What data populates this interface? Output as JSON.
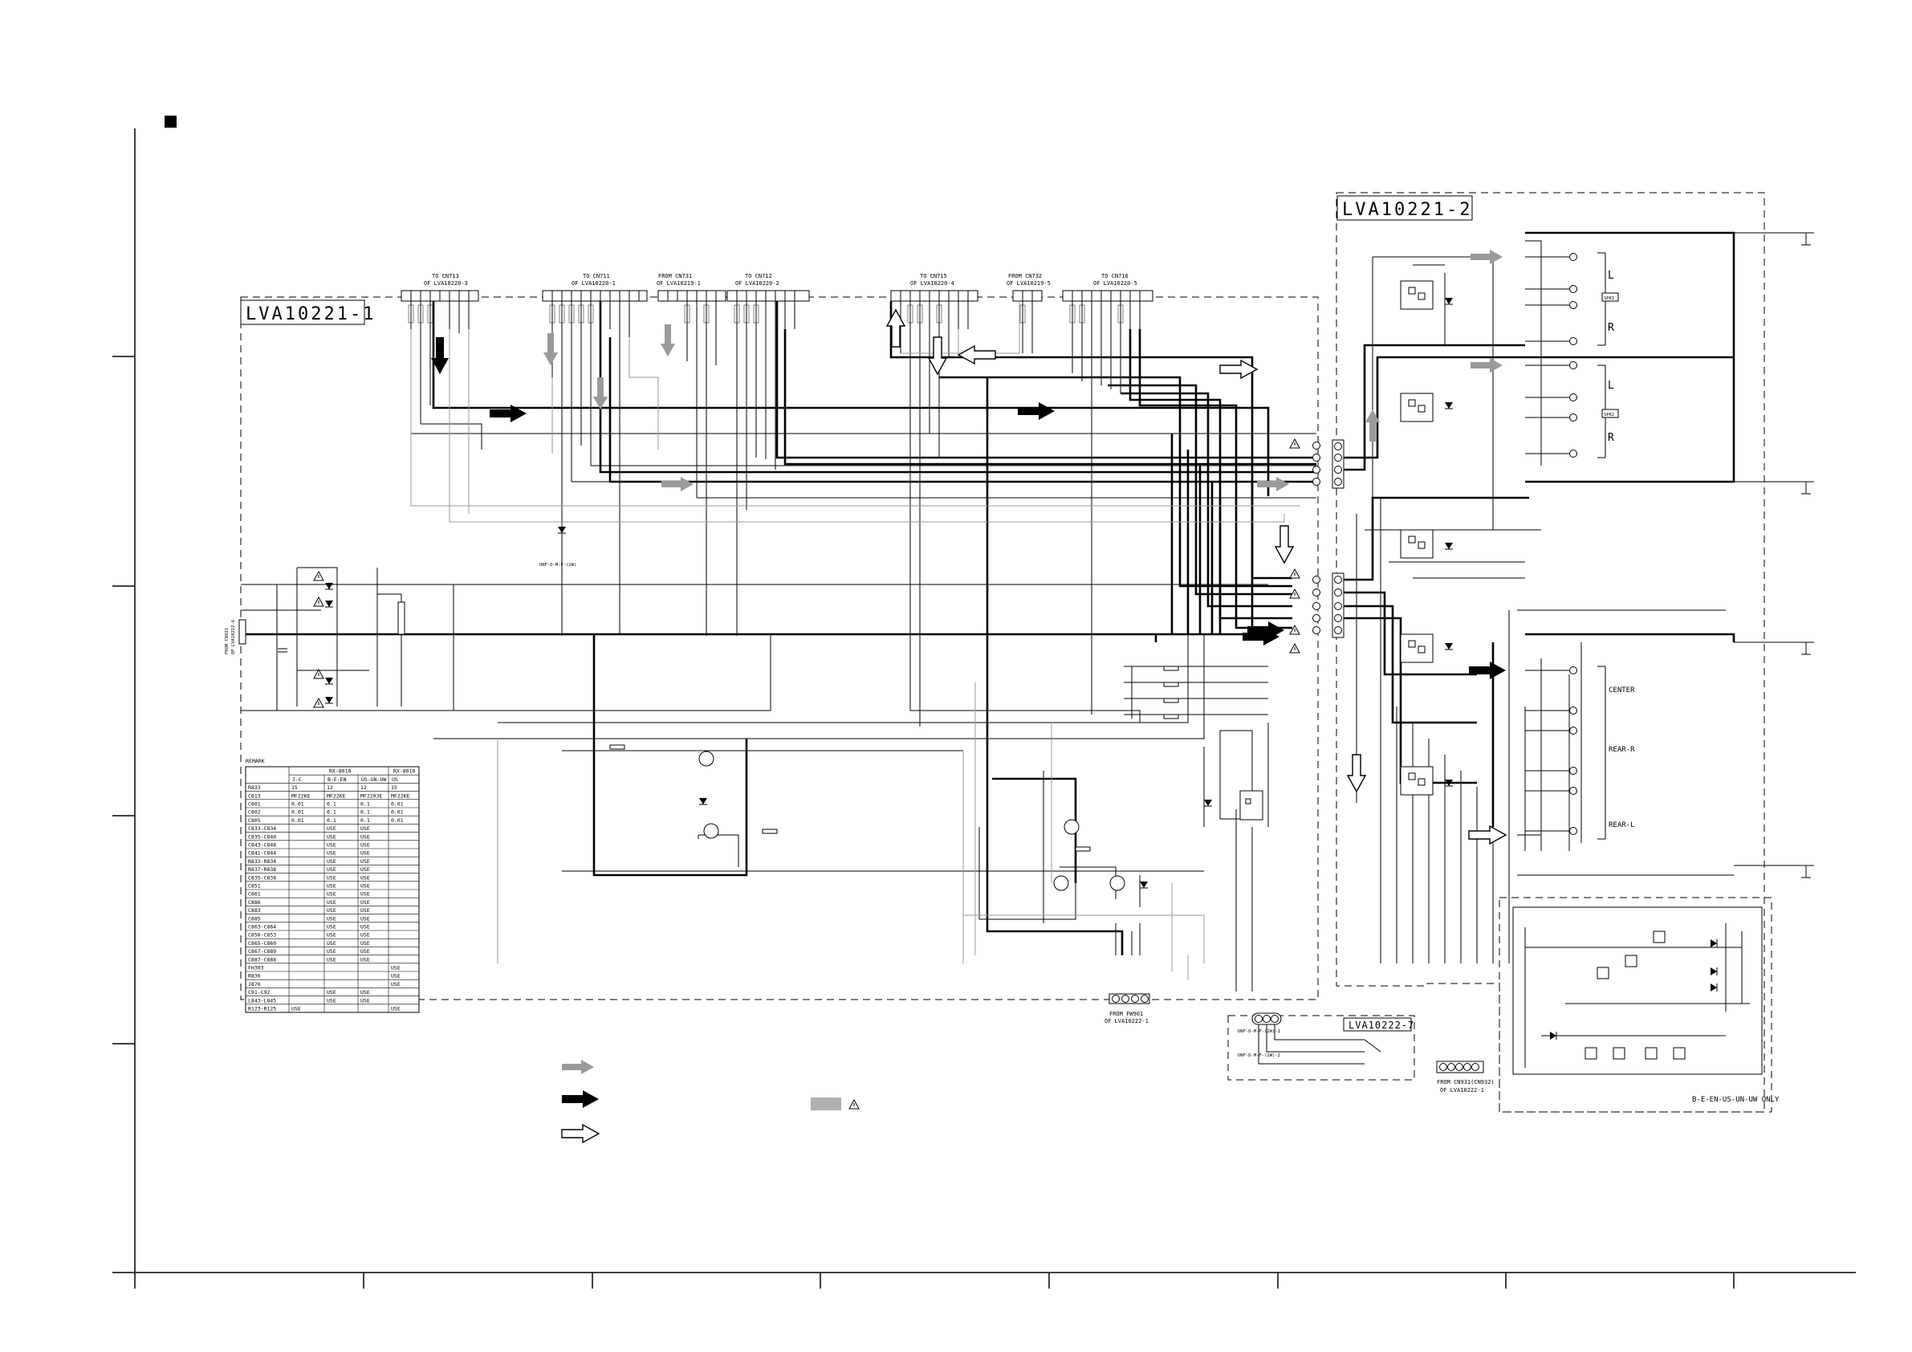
{
  "boards": {
    "main": "LVA10221-1",
    "output": "LVA10221-2",
    "sub": "LVA10222-7"
  },
  "connectors": {
    "cn713": [
      "TO CN713",
      "OF LVA10220-3"
    ],
    "cn711": [
      "TO CN711",
      "OF LVA10220-1"
    ],
    "cn731": [
      "FROM CN731",
      "OF LVA10219-1"
    ],
    "cn712": [
      "TO CN712",
      "OF LVA10220-2"
    ],
    "cn715": [
      "TO CN715",
      "OF LVA10220-4"
    ],
    "cn732": [
      "FROM CN732",
      "OF LVA10219-5"
    ],
    "cn716": [
      "TO CN716",
      "OF LVA10220-5"
    ],
    "fw901": [
      "FROM FW901",
      "OF LVA10222-1"
    ],
    "cn931": [
      "FROM CN931(CN932)",
      "OF LVA10222-1"
    ],
    "cn921": [
      "FROM CN921",
      "OF LVA10222-6"
    ]
  },
  "outputs": {
    "front": [
      "L",
      "R"
    ],
    "rear": [
      "L",
      "R"
    ],
    "spk1": "SPK1",
    "spk2": "SPK2",
    "center": "CENTER",
    "rear_r": "REAR-R",
    "rear_l": "REAR-L"
  },
  "region_note": "B-E-EN-US-UN-UW ONLY",
  "amp_labels": [
    "UNF-D-M-F-(2W)",
    "UNF-D-M-F-(2W)-1",
    "UNF-D-M-F-(2W)-2"
  ],
  "remark_table": {
    "title": "REMARK",
    "group_headers": [
      "RX-8010",
      "RX-8010"
    ],
    "columns": [
      "J-C",
      "B-E-EN",
      "US-UN-UW",
      "US"
    ],
    "rows": [
      [
        "R833",
        "15",
        "12",
        "12",
        "15"
      ],
      [
        "C813",
        "MF22KE",
        "MF22KE",
        "MF220JE",
        "MF22KE"
      ],
      [
        "C801",
        "0.01",
        "0.1",
        "0.1",
        "0.01"
      ],
      [
        "C802",
        "0.01",
        "0.1",
        "0.1",
        "0.01"
      ],
      [
        "C805",
        "0.01",
        "0.1",
        "0.1",
        "0.01"
      ],
      [
        "C833-C834",
        "",
        "USE",
        "USE",
        ""
      ],
      [
        "C835-C840",
        "",
        "USE",
        "USE",
        ""
      ],
      [
        "C843-C848",
        "",
        "USE",
        "USE",
        ""
      ],
      [
        "C841-C844",
        "",
        "USE",
        "USE",
        ""
      ],
      [
        "R833-R834",
        "",
        "USE",
        "USE",
        ""
      ],
      [
        "R837-R838",
        "",
        "USE",
        "USE",
        ""
      ],
      [
        "C835-C838",
        "",
        "USE",
        "USE",
        ""
      ],
      [
        "C851",
        "",
        "USE",
        "USE",
        ""
      ],
      [
        "C861",
        "",
        "USE",
        "USE",
        ""
      ],
      [
        "C886",
        "",
        "USE",
        "USE",
        ""
      ],
      [
        "C883",
        "",
        "USE",
        "USE",
        ""
      ],
      [
        "C885",
        "",
        "USE",
        "USE",
        ""
      ],
      [
        "C863-C864",
        "",
        "USE",
        "USE",
        ""
      ],
      [
        "C850-C853",
        "",
        "USE",
        "USE",
        ""
      ],
      [
        "C865-C860",
        "",
        "USE",
        "USE",
        ""
      ],
      [
        "C867-C889",
        "",
        "USE",
        "USE",
        ""
      ],
      [
        "C887-C888",
        "",
        "USE",
        "USE",
        ""
      ],
      [
        "FH303",
        "",
        "",
        "",
        "USE"
      ],
      [
        "R836",
        "",
        "",
        "",
        "USE"
      ],
      [
        "J876",
        "",
        "",
        "",
        "USE"
      ],
      [
        "C91-C92",
        "",
        "USE",
        "USE",
        ""
      ],
      [
        "L843-L845",
        "",
        "USE",
        "USE",
        ""
      ],
      [
        "R123-R125",
        "USE",
        "",
        "",
        "USE"
      ]
    ]
  },
  "colors": {
    "line": "#000000",
    "secondary": "#9a9a9a",
    "legend_fill": "#b0b0b0"
  }
}
